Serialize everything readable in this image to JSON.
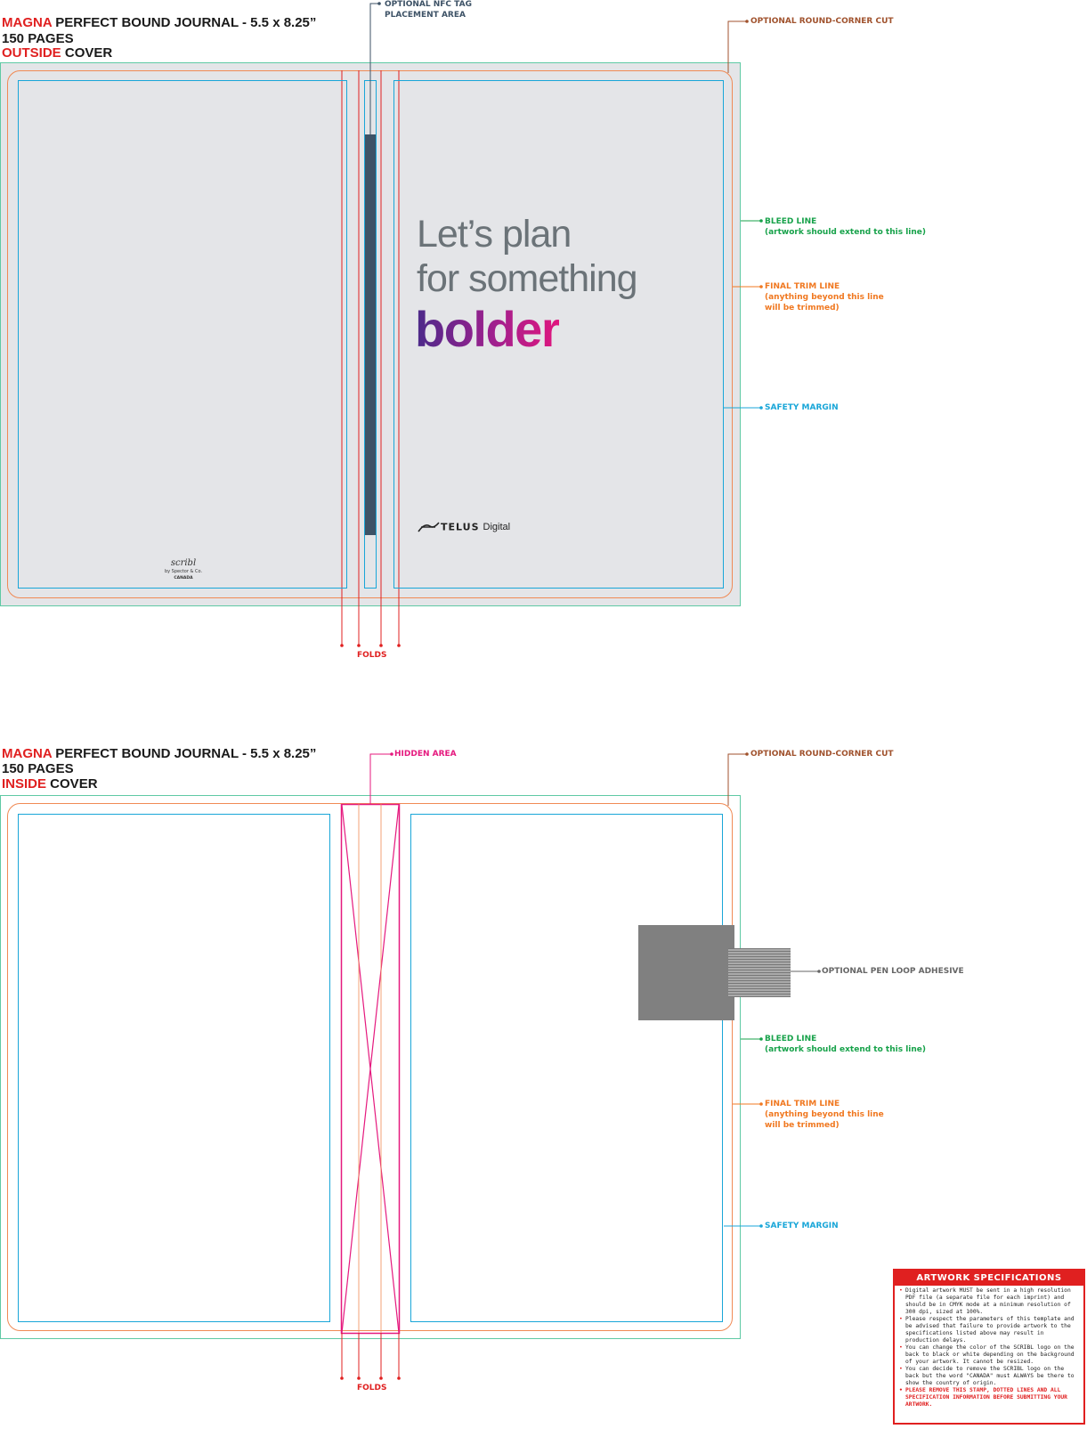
{
  "outside": {
    "title_brand": "MAGNA",
    "title_rest": " PERFECT BOUND JOURNAL - 5.5 x 8.25”",
    "pages": "150 PAGES",
    "side_word": "OUTSIDE",
    "side_rest": " COVER",
    "nfc_label_1": "OPTIONAL NFC TAG",
    "nfc_label_2": "PLACEMENT AREA",
    "corner_label": "OPTIONAL ROUND-CORNER CUT",
    "bleed_label": "BLEED LINE",
    "bleed_note": "(artwork should extend to this line)",
    "trim_label": "FINAL TRIM LINE",
    "trim_note_1": "(anything beyond this line",
    "trim_note_2": "will be trimmed)",
    "safety_label": "SAFETY MARGIN",
    "folds_label": "FOLDS",
    "headline_1": "Let’s plan",
    "headline_2": "for something",
    "headline_3": "bolder",
    "telus_brand": "TELUS",
    "telus_suffix": "Digital",
    "scribl_logo": "scribl",
    "scribl_by": "by Spector & Co.",
    "scribl_country": "CANADA"
  },
  "inside": {
    "title_brand": "MAGNA",
    "title_rest": " PERFECT BOUND JOURNAL - 5.5 x 8.25”",
    "pages": "150 PAGES",
    "side_word": "INSIDE",
    "side_rest": " COVER",
    "hidden_label": "HIDDEN AREA",
    "corner_label": "OPTIONAL ROUND-CORNER CUT",
    "pen_label": "OPTIONAL PEN LOOP ADHESIVE",
    "bleed_label": "BLEED LINE",
    "bleed_note": "(artwork should extend to this line)",
    "trim_label": "FINAL TRIM LINE",
    "trim_note_1": "(anything beyond this line",
    "trim_note_2": "will be trimmed)",
    "safety_label": "SAFETY MARGIN",
    "folds_label": "FOLDS"
  },
  "specs": {
    "heading": "ARTWORK SPECIFICATIONS",
    "items": [
      "Digital artwork MUST be sent in a high resolution PDF file (a separate file for each imprint) and should be in CMYK mode at a minimum resolution of 300 dpi, sized at 100%.",
      "Please respect the parameters of this template and be advised that failure to provide artwork to the specifications listed above may result in production delays.",
      "You can change the color of the SCRIBL logo on the back to black or white depending on the background of your artwork. It cannot be resized.",
      "You can decide to remove the SCRIBL logo on the back but the word \"CANADA\" must ALWAYS be there to show the country of origin.",
      "PLEASE REMOVE THIS STAMP, DOTTED LINES AND ALL SPECIFICATION INFORMATION BEFORE SUBMITTING YOUR ARTWORK."
    ]
  },
  "colors": {
    "bleed": "#5fc9a4",
    "trim": "#f08a55",
    "safety": "#19a6d8",
    "fold": "#e02020",
    "hidden": "#e5197e",
    "nfc": "#3d5266",
    "corner": "#a0522d"
  }
}
